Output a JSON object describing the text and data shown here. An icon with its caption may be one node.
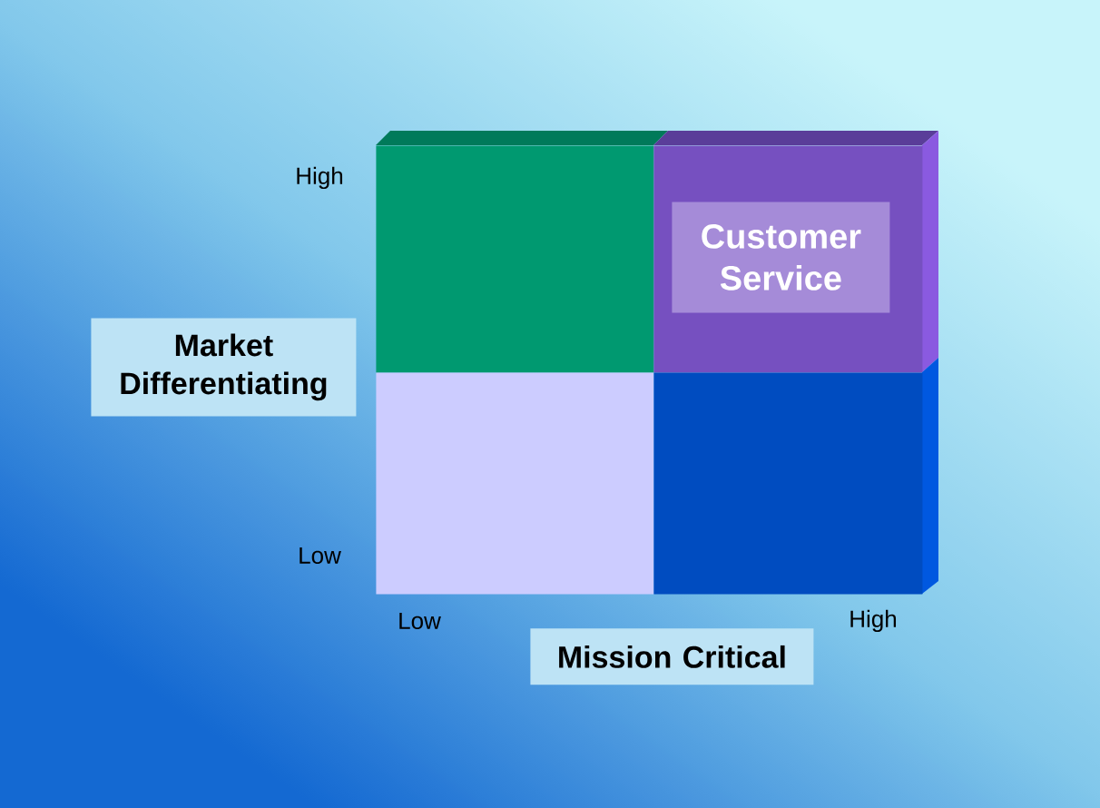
{
  "diagram": {
    "nodes": [
      {
        "text": [],
        "shape": "box"
      },
      {
        "text": [],
        "shape": "box"
      },
      {
        "text": [
          "Customer Service"
        ],
        "in": 1
      },
      {
        "text": [
          "Market Differentiating"
        ]
      },
      {
        "text": [],
        "shape": "box"
      },
      {
        "text": [],
        "shape": "box"
      },
      {
        "text": [
          "Mission Critical"
        ]
      }
    ],
    "labels": [
      "High",
      "Low",
      "Low",
      "High"
    ]
  }
}
